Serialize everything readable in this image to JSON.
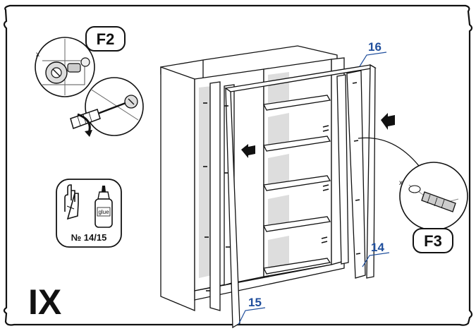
{
  "step": {
    "number": "IX"
  },
  "details": {
    "f2": {
      "label": "F2"
    },
    "f3": {
      "label": "F3"
    }
  },
  "glue_hint": {
    "reference": "№ 14/15",
    "bottle_label": "glue"
  },
  "parts": [
    {
      "number": "16"
    },
    {
      "number": "14"
    },
    {
      "number": "15"
    }
  ],
  "markers": {
    "cam_x": "x",
    "dowel_x": "x"
  },
  "icons": [
    "screwdriver-icon",
    "cam-lock-icon",
    "dowel-icon",
    "glue-bottle-icon",
    "hand-icon",
    "arrow-icon",
    "rotation-arrow-icon"
  ]
}
